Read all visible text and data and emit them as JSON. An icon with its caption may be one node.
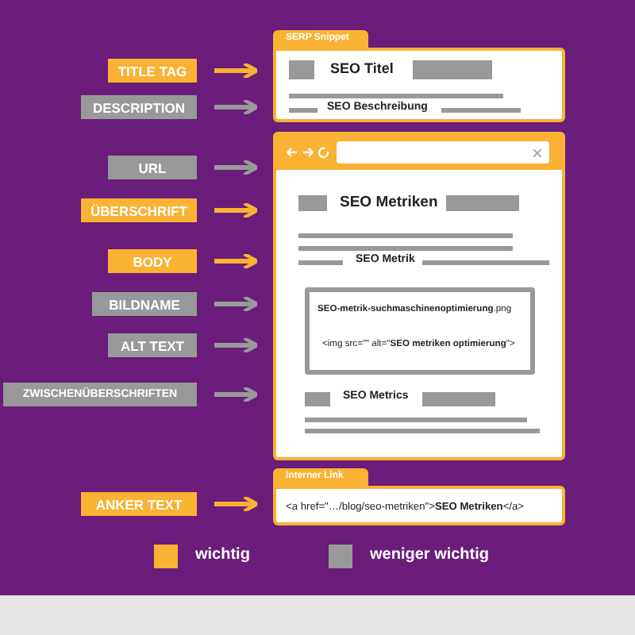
{
  "diagram": {
    "nodes": [
      {
        "text": [
          "TITLE TAG"
        ]
      },
      {
        "text": [
          "DESCRIPTION"
        ]
      },
      {
        "text": [
          "URL"
        ]
      },
      {
        "text": [
          "ÜBERSCHRIFT"
        ]
      },
      {
        "text": [
          "BODY"
        ]
      },
      {
        "text": [
          "BILDNAME"
        ]
      },
      {
        "text": [
          "ALT TEXT"
        ]
      },
      {
        "text": [
          "ZWISCHENÜBERSCHRIFTEN"
        ]
      },
      {
        "text": [
          "ANKER TEXT"
        ]
      },
      {
        "text": [
          "SERP Snippet",
          "SEO Titel",
          "SEO Beschreibung"
        ]
      },
      {
        "text": [
          "SEO Metriken",
          "SEO Metrik",
          "SEO Metrics"
        ]
      },
      {
        "text": [
          "**SEO-metrik-suchmaschinenoptimierung**.png",
          "<img src=\"\" alt=\"**SEO metriken optimierung**\">"
        ],
        "in": 10
      },
      {
        "text": [
          "Interner Link",
          "<a href=\"…/blog/seo-metriken\">**SEO Metriken**</a>"
        ]
      }
    ],
    "edges": [
      {
        "from": 0,
        "to": 9,
        "arrow": "to",
        "color": "#f9b233"
      },
      {
        "from": 1,
        "to": 9,
        "arrow": "to"
      },
      {
        "from": 2,
        "to": 10,
        "arrow": "to"
      },
      {
        "from": 3,
        "to": 10,
        "arrow": "to",
        "color": "#f9b233"
      },
      {
        "from": 4,
        "to": 10,
        "arrow": "to",
        "color": "#f9b233"
      },
      {
        "from": 5,
        "to": 10,
        "arrow": "to"
      },
      {
        "from": 6,
        "to": 10,
        "arrow": "to"
      },
      {
        "from": 7,
        "to": 10,
        "arrow": "to"
      },
      {
        "from": 8,
        "to": 12,
        "arrow": "to",
        "color": "#f9b233"
      }
    ],
    "legend": [
      {
        "text": "wichtig",
        "color": "#f9b233"
      },
      {
        "text": "weniger wichtig",
        "color": "#999999"
      }
    ]
  }
}
